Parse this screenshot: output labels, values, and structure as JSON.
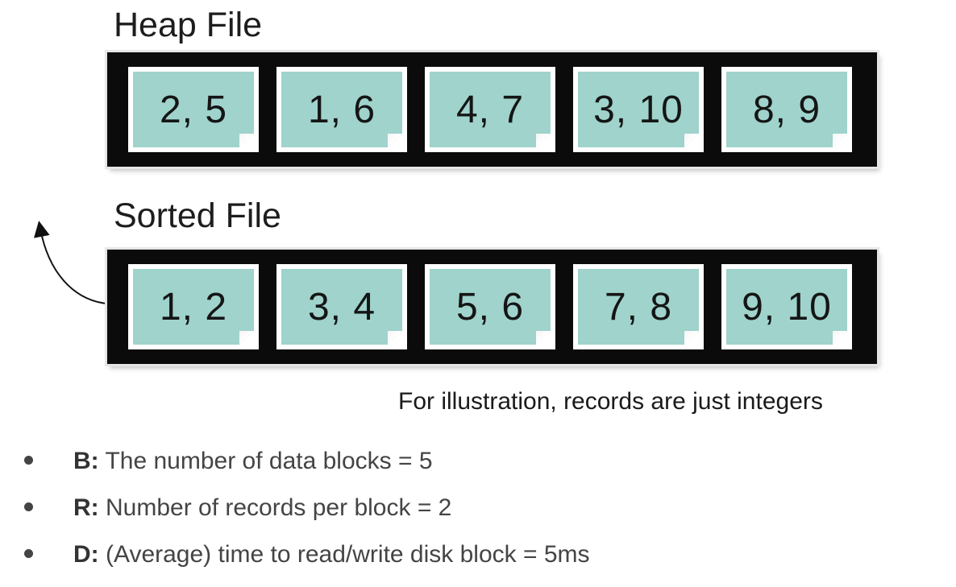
{
  "heap_file": {
    "title": "Heap File",
    "blocks": [
      "2, 5",
      "1, 6",
      "4, 7",
      "3, 10",
      "8, 9"
    ]
  },
  "sorted_file": {
    "title": "Sorted File",
    "blocks": [
      "1, 2",
      "3, 4",
      "5, 6",
      "7, 8",
      "9, 10"
    ]
  },
  "note": "For illustration, records are just integers",
  "bullets": [
    {
      "key": "B:",
      "text": " The number of data blocks = 5"
    },
    {
      "key": "R:",
      "text": " Number of records per block = 2"
    },
    {
      "key": "D:",
      "text": " (Average) time to read/write disk block = 5ms"
    }
  ],
  "colors": {
    "block_fill": "#9fd3cc",
    "file_bar": "#0b0b0b"
  }
}
